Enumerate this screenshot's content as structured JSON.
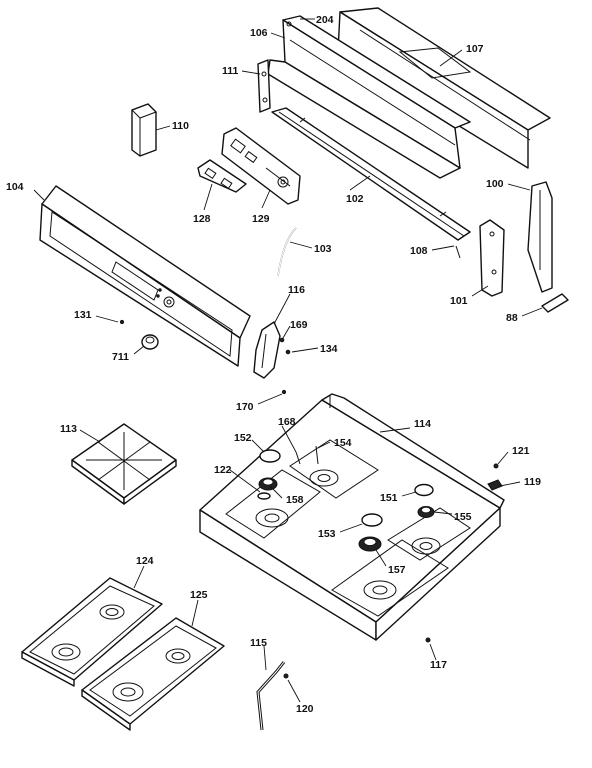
{
  "callouts": [
    {
      "key": "c204",
      "text": "204"
    },
    {
      "key": "c106",
      "text": "106"
    },
    {
      "key": "c107",
      "text": "107"
    },
    {
      "key": "c111",
      "text": "111"
    },
    {
      "key": "c110",
      "text": "110"
    },
    {
      "key": "c104",
      "text": "104"
    },
    {
      "key": "c128",
      "text": "128"
    },
    {
      "key": "c129",
      "text": "129"
    },
    {
      "key": "c102",
      "text": "102"
    },
    {
      "key": "c100",
      "text": "100"
    },
    {
      "key": "c103",
      "text": "103"
    },
    {
      "key": "c108",
      "text": "108"
    },
    {
      "key": "c101",
      "text": "101"
    },
    {
      "key": "c116",
      "text": "116"
    },
    {
      "key": "c131",
      "text": "131"
    },
    {
      "key": "c88",
      "text": "88"
    },
    {
      "key": "c169",
      "text": "169"
    },
    {
      "key": "c711",
      "text": "711"
    },
    {
      "key": "c134",
      "text": "134"
    },
    {
      "key": "c170",
      "text": "170"
    },
    {
      "key": "c114",
      "text": "114"
    },
    {
      "key": "c113",
      "text": "113"
    },
    {
      "key": "c168",
      "text": "168"
    },
    {
      "key": "c152",
      "text": "152"
    },
    {
      "key": "c154",
      "text": "154"
    },
    {
      "key": "c121",
      "text": "121"
    },
    {
      "key": "c122",
      "text": "122"
    },
    {
      "key": "c119",
      "text": "119"
    },
    {
      "key": "c158",
      "text": "158"
    },
    {
      "key": "c151",
      "text": "151"
    },
    {
      "key": "c155",
      "text": "155"
    },
    {
      "key": "c153",
      "text": "153"
    },
    {
      "key": "c157",
      "text": "157"
    },
    {
      "key": "c124",
      "text": "124"
    },
    {
      "key": "c125",
      "text": "125"
    },
    {
      "key": "c115",
      "text": "115"
    },
    {
      "key": "c117",
      "text": "117"
    },
    {
      "key": "c120",
      "text": "120"
    }
  ]
}
